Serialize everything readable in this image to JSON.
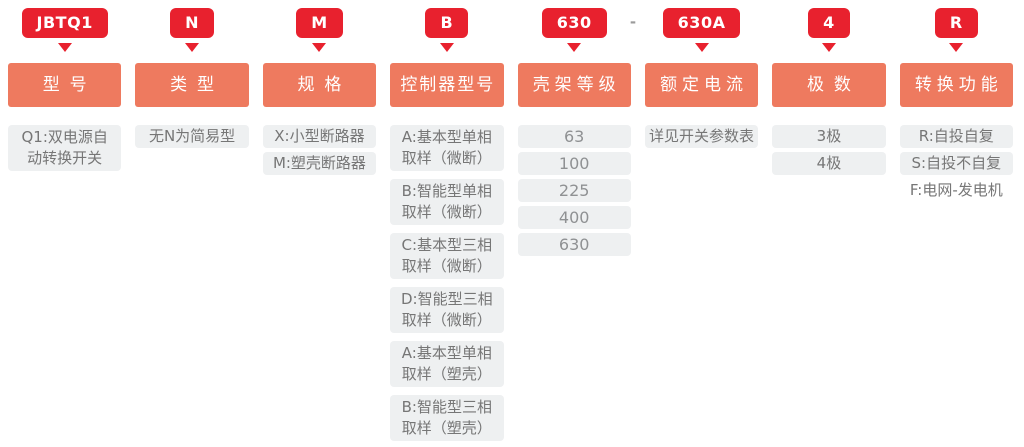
{
  "separator": "-",
  "colors": {
    "badge_red": "#e8212e",
    "header_salmon": "#ee7a5f",
    "option_gray": "#eef0f1",
    "option_text": "#767676",
    "number_text": "#8f9193",
    "separator_gray": "#9b9b9b"
  },
  "columns": [
    {
      "code": "JBTQ1",
      "label": "型号",
      "options": [
        {
          "lines": [
            "Q1:双电源自",
            "动转换开关"
          ]
        }
      ]
    },
    {
      "code": "N",
      "label": "类型",
      "options": [
        {
          "lines": [
            "无N为简易型"
          ]
        }
      ]
    },
    {
      "code": "M",
      "label": "规格",
      "options": [
        {
          "lines": [
            "X:小型断路器"
          ]
        },
        {
          "lines": [
            "M:塑壳断路器"
          ]
        }
      ]
    },
    {
      "code": "B",
      "label": "控制器型号",
      "options": [
        {
          "lines": [
            "A:基本型单相",
            "取样（微断）"
          ]
        },
        {
          "lines": [
            "B:智能型单相",
            "取样（微断）"
          ]
        },
        {
          "lines": [
            "C:基本型三相",
            "取样（微断）"
          ]
        },
        {
          "lines": [
            "D:智能型三相",
            "取样（微断）"
          ]
        },
        {
          "lines": [
            "A:基本型单相",
            "取样（塑壳）"
          ]
        },
        {
          "lines": [
            "B:智能型三相",
            "取样（塑壳）"
          ]
        }
      ]
    },
    {
      "code": "630",
      "label": "壳架等级",
      "options": [
        {
          "lines": [
            "63"
          ]
        },
        {
          "lines": [
            "100"
          ]
        },
        {
          "lines": [
            "225"
          ]
        },
        {
          "lines": [
            "400"
          ]
        },
        {
          "lines": [
            "630"
          ]
        }
      ]
    },
    {
      "code": "630A",
      "label": "额定电流",
      "options": [
        {
          "lines": [
            "详见开关参数表"
          ]
        }
      ]
    },
    {
      "code": "4",
      "label": "极数",
      "options": [
        {
          "lines": [
            "3极"
          ]
        },
        {
          "lines": [
            "4极"
          ]
        }
      ]
    },
    {
      "code": "R",
      "label": "转换功能",
      "options": [
        {
          "lines": [
            "R:自投自复"
          ]
        },
        {
          "lines": [
            "S:自投不自复"
          ]
        },
        {
          "lines": [
            "F:电网-发电机"
          ]
        }
      ]
    }
  ]
}
